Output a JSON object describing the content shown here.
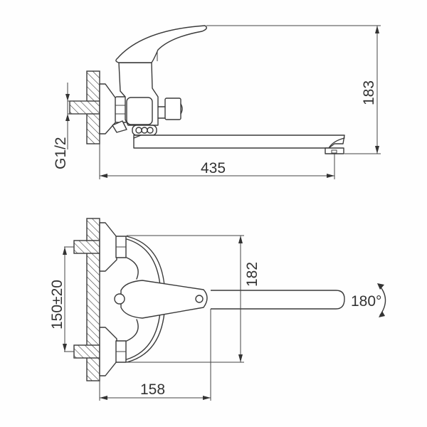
{
  "drawing": {
    "title": "Wall-mounted single-lever faucet dimension drawing",
    "stroke_color": "#3a3a3a",
    "background": "#fefefe",
    "side_view": {
      "dimensions": {
        "thread": "G1/2",
        "length": "435",
        "height": "183"
      }
    },
    "top_view": {
      "dimensions": {
        "center_distance": "150±20",
        "depth": "182",
        "projection": "158",
        "rotation": "180°"
      }
    }
  }
}
